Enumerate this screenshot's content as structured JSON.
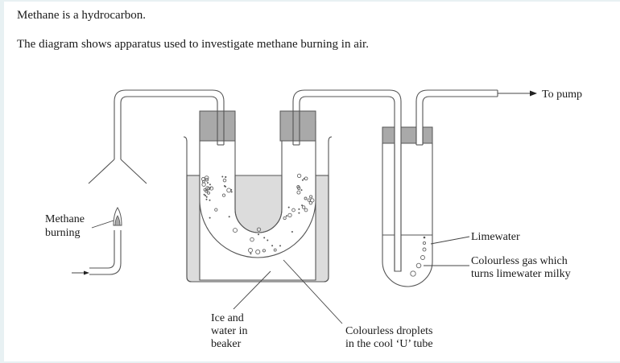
{
  "intro": {
    "line1": "Methane is a hydrocarbon.",
    "line2": "The diagram shows apparatus used to investigate methane burning in air."
  },
  "diagram": {
    "labels": {
      "methane_line1": "Methane",
      "methane_line2": "burning",
      "to_pump": "To pump",
      "limewater": "Limewater",
      "gas_line1": "Colourless gas which",
      "gas_line2": "turns limewater milky",
      "ice_line1": "Ice and",
      "ice_line2": "water in",
      "ice_line3": "beaker",
      "droplets_line1": "Colourless droplets",
      "droplets_line2": "in the cool ‘U’ tube"
    }
  }
}
